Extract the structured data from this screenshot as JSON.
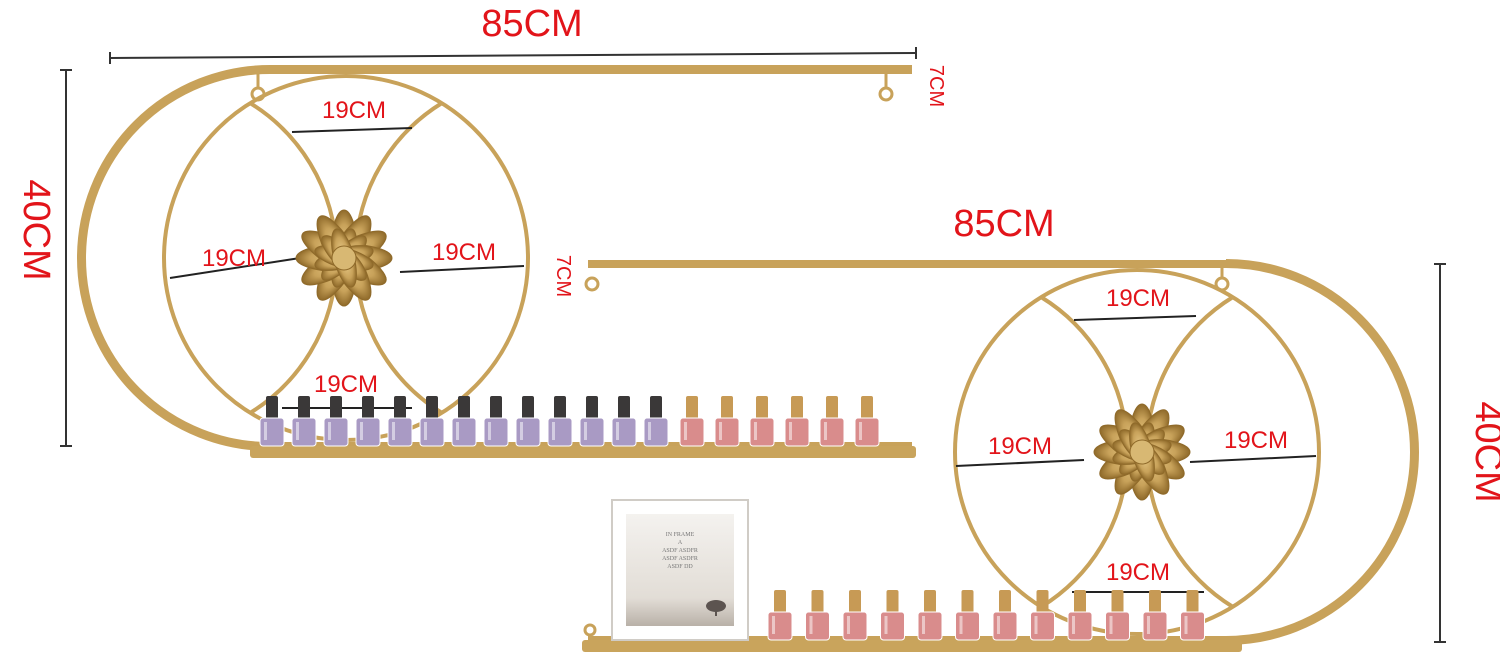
{
  "colors": {
    "gold": "#c8a25a",
    "gold_dark": "#a57f38",
    "dimension_red": "#e2141a",
    "polish_purple": "#a99ac4",
    "polish_pink": "#d98c8c"
  },
  "rack_top": {
    "width": "85CM",
    "height": "40CM",
    "depth": "7CM",
    "circle_top": "19CM",
    "circle_left": "19CM",
    "circle_right": "19CM",
    "circle_bottom": "19CM",
    "bottles": {
      "purple_count": 13,
      "pink_count": 6
    }
  },
  "rack_bottom": {
    "width": "85CM",
    "height": "40CM",
    "depth": "7CM",
    "circle_top": "19CM",
    "circle_left": "19CM",
    "circle_right": "19CM",
    "circle_bottom": "19CM",
    "bottles": {
      "pink_count": 12
    }
  },
  "photo_frame": {
    "lines": [
      "IN FRAME",
      "A",
      "ASDF ASDFR",
      "ASDF ASDFR",
      "ASDF DD"
    ]
  }
}
